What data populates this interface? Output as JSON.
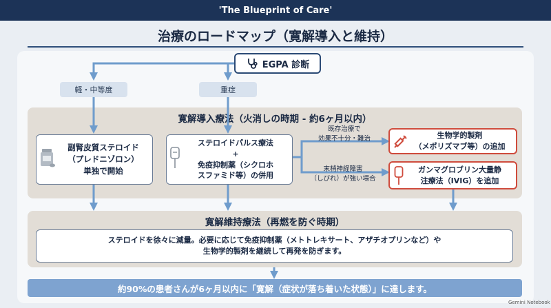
{
  "header": {
    "banner": "'The Blueprint of Care'"
  },
  "title": "治療のロードマップ（寛解導入と維持）",
  "diagnosis": {
    "label": "EGPA 診断",
    "icon": "stethoscope-icon"
  },
  "severity": {
    "mild": "軽・中等度",
    "severe": "重症"
  },
  "induction": {
    "title": "寛解導入療法（火消しの時期 - 約6ヶ月以内）",
    "mild_card": "副腎皮質ステロイド\n（プレドニゾロン）\n単独で開始",
    "severe_card": "ステロイドパルス療法\n+\n免疫抑制薬（シクロホ\nスファミド等）の併用",
    "branch_upper_note": "既存治療で\n効果不十分・難治",
    "branch_lower_note": "末梢神経障害\n（しびれ）が強い場合",
    "biologic_card": "生物学的製剤\n（メポリズマブ等）の追加",
    "ivig_card": "ガンマグロブリン大量静\n注療法（IVIG）を追加"
  },
  "maintenance": {
    "title": "寛解維持療法（再燃を防ぐ時期）",
    "body": "ステロイドを徐々に減量。必要に応じて免疫抑制薬（メトトレキサート、アザチオプリンなど）や\n生物学的製剤を継続して再発を防ぎます。"
  },
  "footer": "約90%の患者さんが6ヶ月以内に「寛解（症状が落ち着いた状態）」に達します。",
  "logo": "Gemini Notebook",
  "colors": {
    "navy": "#1c3357",
    "arrow": "#6f9ccc",
    "alert": "#cf4b3c",
    "phase_bg": "#e2ddd6"
  }
}
